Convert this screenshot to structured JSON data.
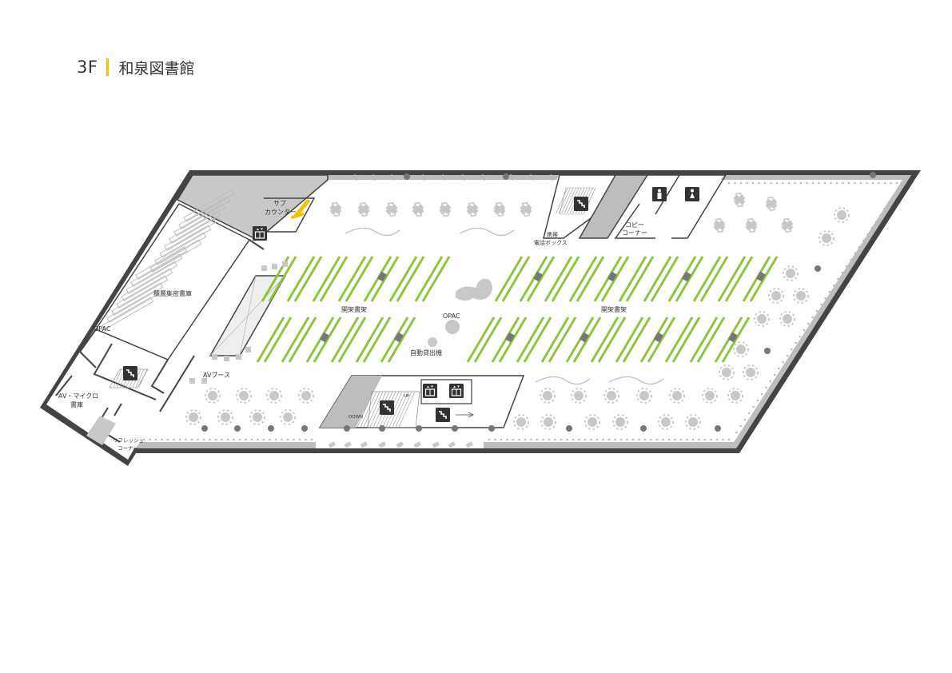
{
  "header": {
    "floor": "3F",
    "building": "和泉図書館"
  },
  "labels": {
    "sub_counter": [
      "サブ",
      "カウンター"
    ],
    "compact_stacks": "積層集密書庫",
    "opac_left": "OPAC",
    "av_booth": "AVブース",
    "av_micro": [
      "AV・マイクロ",
      "書庫"
    ],
    "refresh": [
      "リフレッシュ",
      "コーナー"
    ],
    "open_stacks_left": "開架書架",
    "open_stacks_right": "開架書架",
    "opac_center": "OPAC",
    "self_checkout": "自動貸出機",
    "phone_booth": [
      "携帯",
      "電話ボックス"
    ],
    "copy_corner": [
      "コピー",
      "コーナー"
    ],
    "stairs_up": "UP",
    "stairs_down": "DOWN"
  },
  "colors": {
    "wall": "#444444",
    "corridor": "#bdbdbd",
    "floor": "#ffffff",
    "shelf_green": "#8cc63f",
    "accent_yellow": "#f2c200",
    "furniture": "#c8c8c8",
    "icon_dark": "#333333"
  },
  "icons": [
    "elevator-icon",
    "stairs-icon",
    "mens-restroom-icon",
    "womens-restroom-icon"
  ]
}
